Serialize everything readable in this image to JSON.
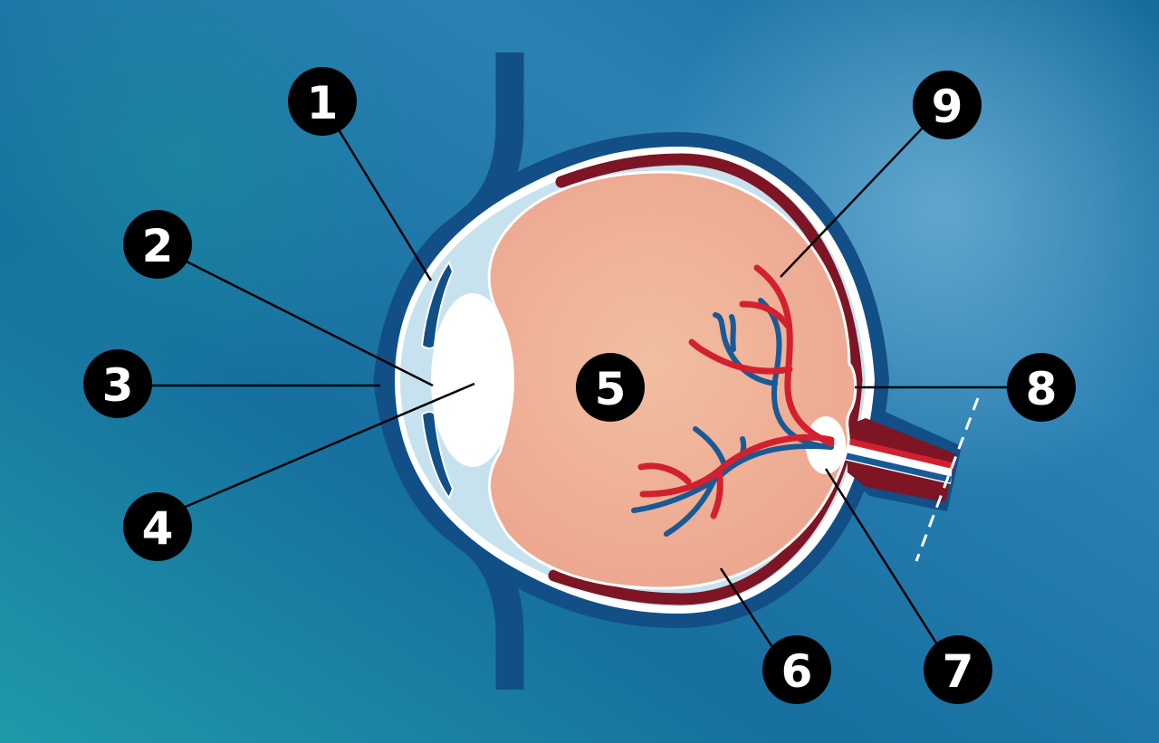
{
  "diagram": {
    "labels": [
      "1",
      "2",
      "3",
      "4",
      "5",
      "6",
      "7",
      "8",
      "9"
    ]
  },
  "colors": {
    "background_dark": "#0e4f86",
    "background_teal": "#1f9aa8",
    "background_light": "#5aa6cf",
    "eyelid": "#124f86",
    "sclera_outline": "#ffffff",
    "cornea_fluid": "#c6e2ee",
    "choroid": "#7d1524",
    "vitreous": "#efa48e",
    "lens": "#ffffff",
    "artery": "#d3202f",
    "vein": "#185a96",
    "marker": "#000000",
    "leader_line": "#000000"
  }
}
